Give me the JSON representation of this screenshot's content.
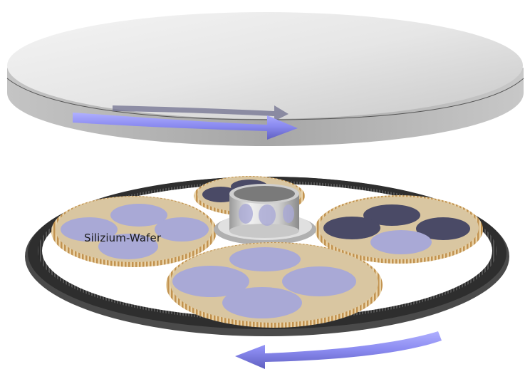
{
  "diagram": {
    "labels": {
      "wafer": "Silizium-Wafer"
    },
    "components": [
      {
        "name": "upper-lapping-plate",
        "color": "#d9d9d9"
      },
      {
        "name": "upper-rotation-arrow",
        "color": "#8e8ef5"
      },
      {
        "name": "outer-ring-gear",
        "color": "#3a3a3a"
      },
      {
        "name": "carrier-disc-top",
        "color": "#d9c6a1",
        "wafers": 4
      },
      {
        "name": "carrier-disc-left",
        "color": "#d9c6a1",
        "wafers": 4
      },
      {
        "name": "carrier-disc-right",
        "color": "#d9c6a1",
        "wafers": 4
      },
      {
        "name": "carrier-disc-front",
        "color": "#d9c6a1",
        "wafers": 4
      },
      {
        "name": "sun-gear",
        "color": "#cfcfcf"
      },
      {
        "name": "lower-rotation-arrow",
        "color": "#8e8ef5"
      }
    ],
    "colors": {
      "wafer": "#a9a9d6",
      "wafer_dark": "#4a4a66",
      "gear_teeth": "#c8a060",
      "arrow": "#8e8ef5"
    }
  }
}
